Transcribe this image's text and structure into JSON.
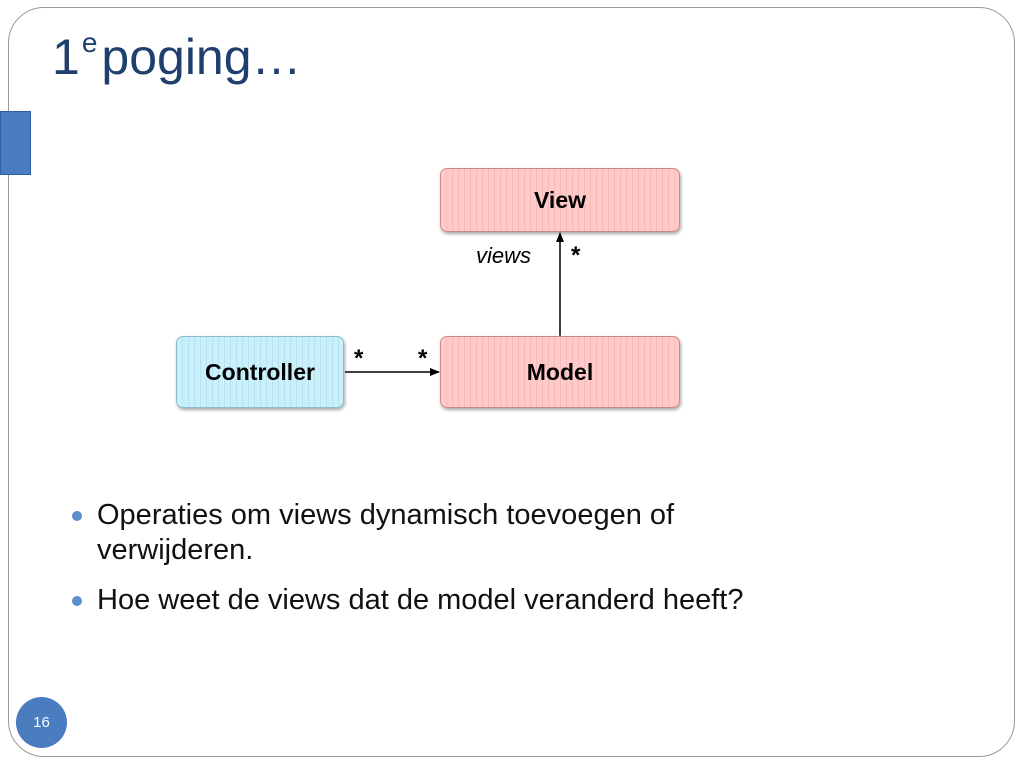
{
  "slide": {
    "title_number": "1",
    "title_superscript": "e",
    "title_text": "poging…",
    "page_number": "16"
  },
  "diagram": {
    "classes": {
      "view": "View",
      "model": "Model",
      "controller": "Controller"
    },
    "associations": {
      "model_to_view": {
        "role": "views",
        "multiplicity": "*"
      },
      "controller_to_model": {
        "controller_multiplicity": "*",
        "model_multiplicity": "*"
      }
    }
  },
  "bullets": [
    "Operaties om views dynamisch toevoegen of verwijderen.",
    "Hoe weet de views dat de model veranderd heeft?"
  ],
  "colors": {
    "title": "#1f3f6e",
    "accent_blue": "#4a7cc0",
    "class_pink": "#ffcaca",
    "class_blue": "#c9f0fb"
  }
}
